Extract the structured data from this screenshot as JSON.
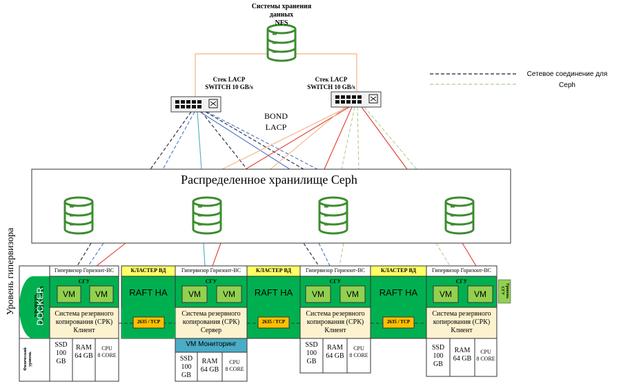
{
  "nfs": {
    "line1": "Системы хранения",
    "line2": "данных",
    "line3": "NFS"
  },
  "switch_left": {
    "line1": "Стек LACP",
    "line2": "SWITCH 10 GB/s"
  },
  "switch_right": {
    "line1": "Стек LACP",
    "line2": "SWITCH 10 GB/s"
  },
  "bond": {
    "line1": "BOND",
    "line2": "LACP"
  },
  "legend": {
    "line1": "Сетевое соединение для",
    "line2": "Ceph"
  },
  "storage_title": "Распределенное хранилище Ceph",
  "hypervisor_level": "Уровень гипервизора",
  "container_level": {
    "line1": "УРОВЕНЬ",
    "line2": "КОНТЕЙНЕРОВ"
  },
  "docker": "DOCKER",
  "physical_level": {
    "line1": "Физический",
    "line2": "уровень"
  },
  "sgu_level": {
    "line1": "Уровень",
    "line2": "СГУ"
  },
  "hypervisors": [
    {
      "title": "Гипервизор Горизонт-ВС",
      "sgu": "СГУ",
      "vm1": "VM",
      "vm2": "VM",
      "backup1": "Система резервного",
      "backup2": "копирования (СРК)",
      "backup3": "Клиент",
      "ssd1": "SSD",
      "ssd2": "100",
      "ssd3": "GB",
      "ram1": "RAM",
      "ram2": "64 GB",
      "cpu1": "CPU",
      "cpu2": "8 CORE"
    },
    {
      "title": "Гипервизор Горизонт-ВС",
      "sgu": "СГУ",
      "vm1": "VM",
      "vm2": "VM",
      "backup1": "Система резервного",
      "backup2": "копирования (СРК)",
      "backup3": "Сервер",
      "ssd1": "SSD",
      "ssd2": "100",
      "ssd3": "GB",
      "ram1": "RAM",
      "ram2": "64 GB",
      "cpu1": "CPU",
      "cpu2": "8 CORE"
    },
    {
      "title": "Гипервизор Горизонт-ВС",
      "sgu": "СГУ",
      "vm1": "VM",
      "vm2": "VM",
      "backup1": "Система резервного",
      "backup2": "копирования (СРК)",
      "backup3": "Клиент",
      "ssd1": "SSD",
      "ssd2": "100",
      "ssd3": "GB",
      "ram1": "RAM",
      "ram2": "64 GB",
      "cpu1": "CPU",
      "cpu2": "8 CORE"
    },
    {
      "title": "Гипервизор Горизонт-ВС",
      "sgu": "СГУ",
      "vm1": "VM",
      "vm2": "VM",
      "backup1": "Система резервного",
      "backup2": "копирования (СРК)",
      "backup3": "Клиент",
      "ssd1": "SSD",
      "ssd2": "100",
      "ssd3": "GB",
      "ram1": "RAM",
      "ram2": "64 GB",
      "cpu1": "CPU",
      "cpu2": "8 CORE"
    }
  ],
  "clusters": [
    {
      "title": "КЛАСТЕР ВД",
      "raft": "RAFT HA",
      "port": "2635 / TCP"
    },
    {
      "title": "КЛАСТЕР ВД",
      "raft": "RAFT HA",
      "port": "2635 / TCP"
    },
    {
      "title": "КЛАСТЕР ВД",
      "raft": "RAFT HA",
      "port": "2635 / TCP"
    }
  ],
  "vm_monitoring": "VM Мониторинг",
  "colors": {
    "green_dark": "#00b050",
    "green_light": "#92d050",
    "yellow": "#ffff66",
    "beige": "#fdf2d0",
    "orange": "#ffc000",
    "blue": "#4bacc6",
    "db_green": "#3c8d2f",
    "link_orange": "#f4b183",
    "link_red": "#e03c31",
    "link_blue": "#4472c4",
    "link_dark": "#1f1f3f",
    "link_lightgreen": "#a9d18e"
  }
}
